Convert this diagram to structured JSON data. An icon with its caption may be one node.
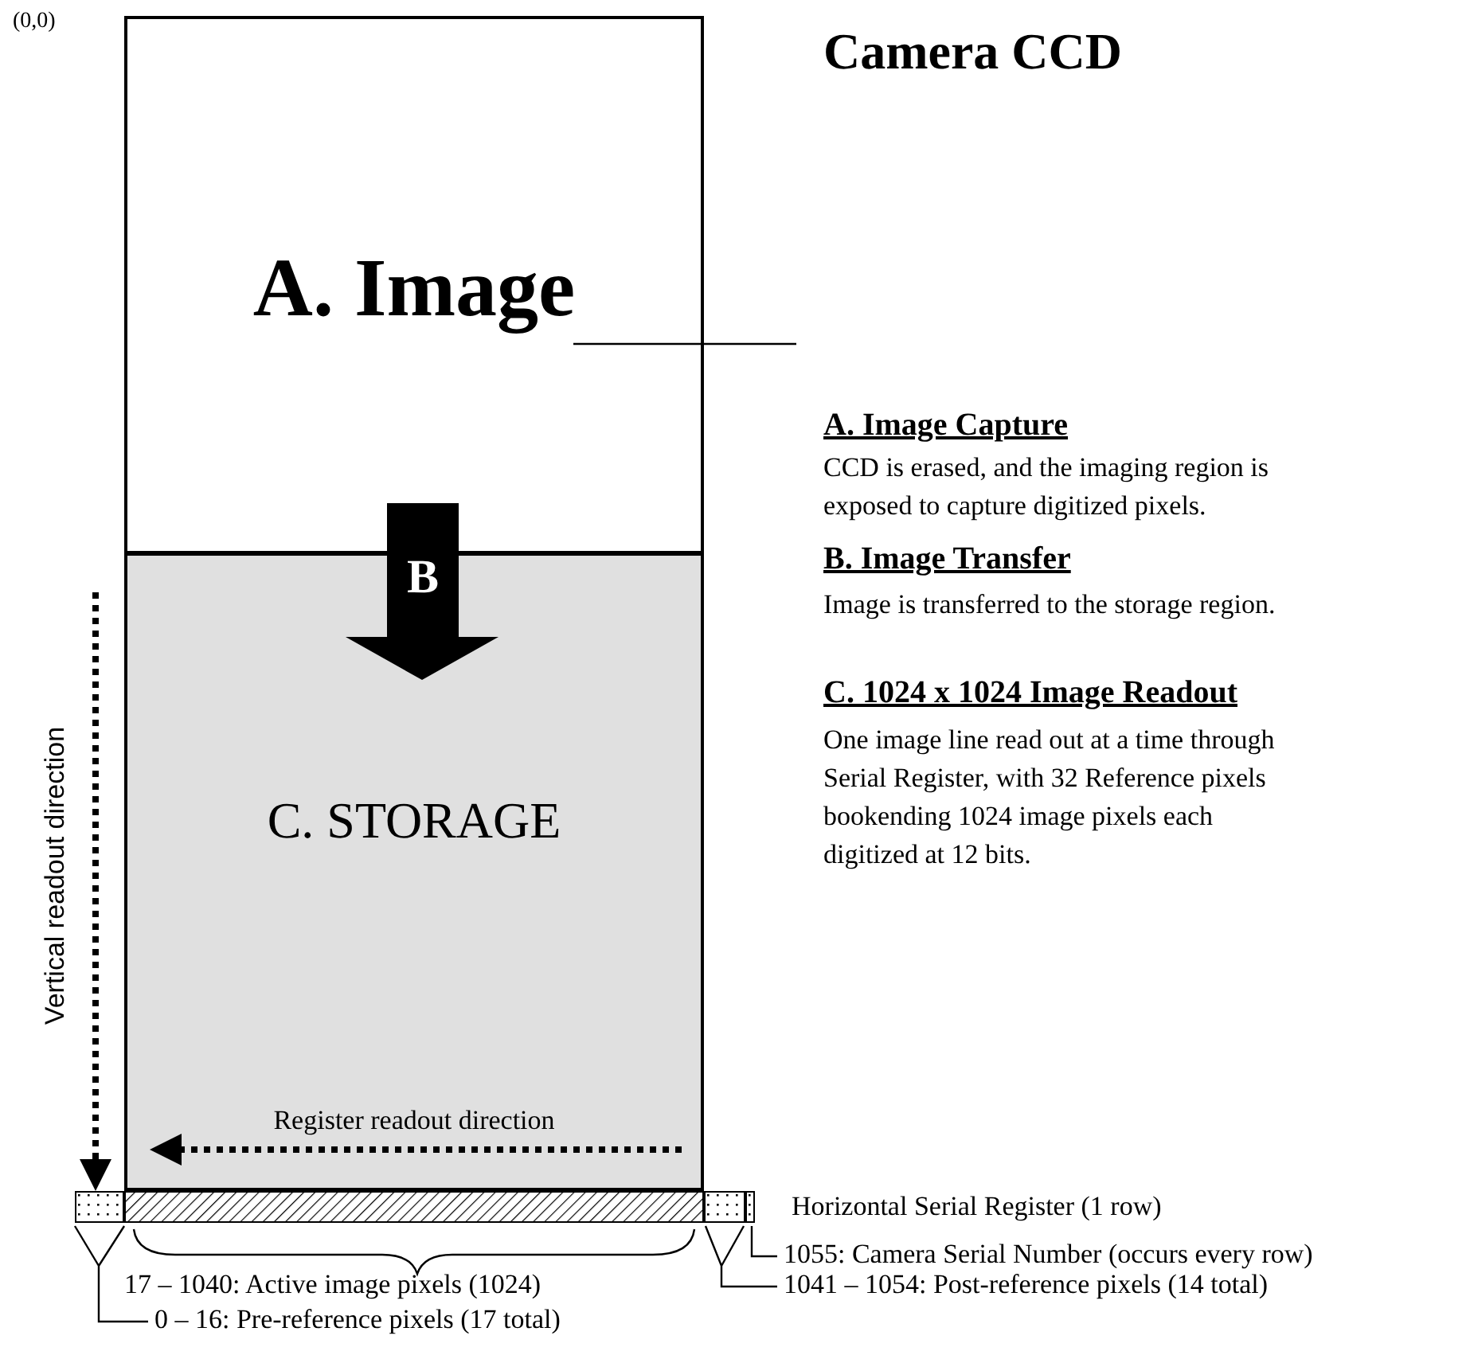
{
  "diagram": {
    "title": "Camera CCD",
    "nodes": [
      {
        "text": [
          "A. Image"
        ]
      },
      {
        "text": [
          "A. Image Capture",
          "CCD is erased, and the imaging region is exposed to capture digitized pixels."
        ]
      },
      {
        "text": [
          "B"
        ]
      },
      {
        "text": [
          "C. STORAGE"
        ]
      },
      {
        "text": [],
        "shape": "box"
      },
      {
        "text": [],
        "shape": "box"
      },
      {
        "text": [],
        "shape": "box"
      },
      {
        "text": [],
        "shape": "box"
      },
      {
        "text": [
          "1055: Camera Serial Number (occurs every row)"
        ]
      },
      {
        "text": [
          "1041 – 1054: Post-reference pixels (14 total)"
        ]
      },
      {
        "text": [
          "0 – 16: Pre-reference pixels (17 total)"
        ]
      }
    ],
    "edges": [
      {
        "from": 1,
        "to": 0,
        "arrow": "none"
      },
      {
        "from": 10,
        "to": 4,
        "arrow": "none"
      },
      {
        "from": 9,
        "to": 6,
        "arrow": "none"
      },
      {
        "from": 8,
        "to": 7,
        "arrow": "none"
      }
    ],
    "labels": [
      "(0,0)",
      "B. Image Transfer",
      "Image is transferred to the storage region.",
      "C. 1024 x 1024 Image Readout",
      "One image line read out at a time through Serial Register, with 32 Reference pixels bookending 1024 image pixels each digitized at 12 bits.",
      "Vertical readout direction",
      "Register readout direction",
      "Horizontal Serial Register (1 row)",
      "17 – 1040: Active image pixels (1024)"
    ]
  }
}
